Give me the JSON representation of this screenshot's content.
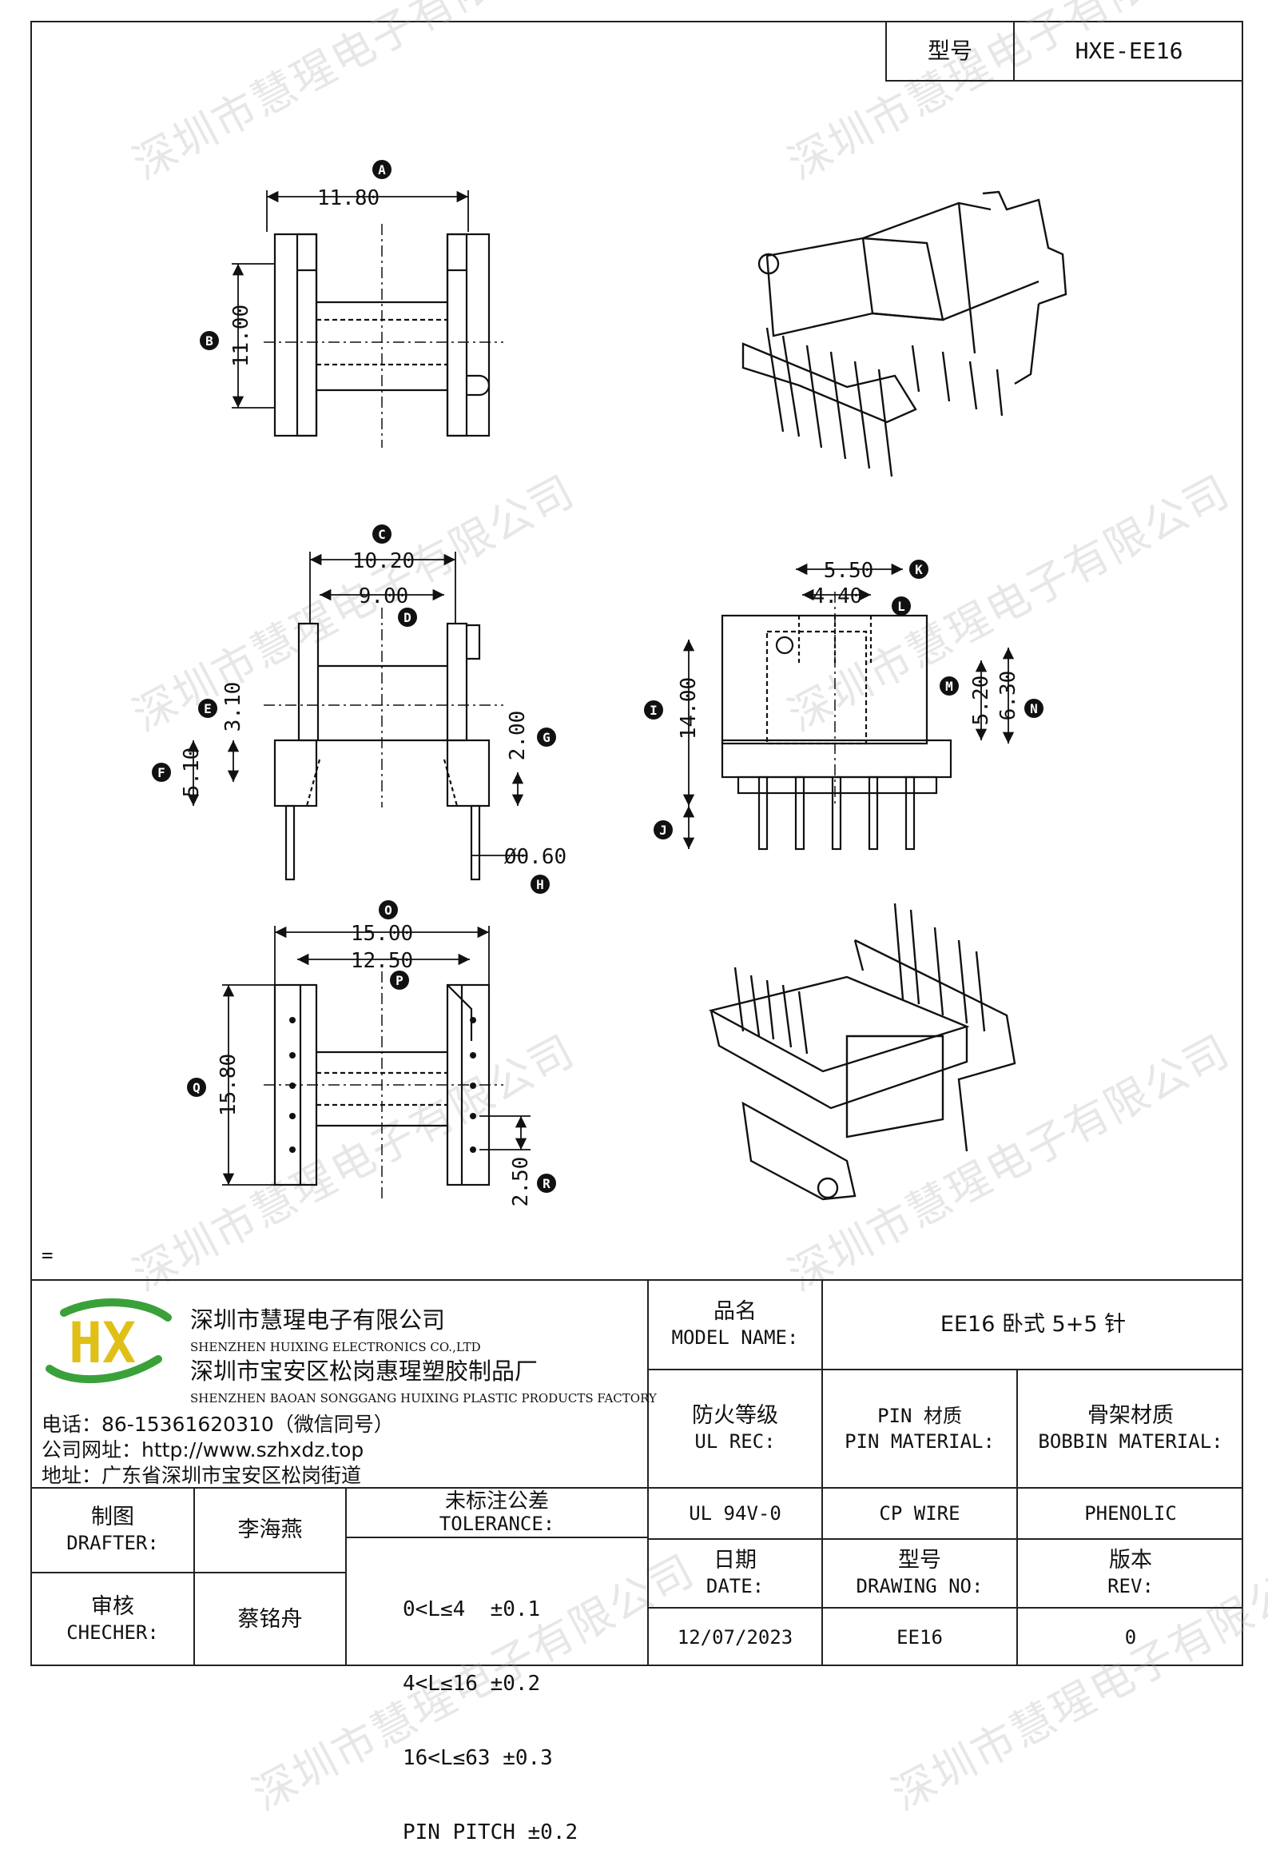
{
  "header": {
    "model_label": "型号",
    "model_value": "HXE-EE16"
  },
  "watermark": "深圳市慧瑆电子有限公司",
  "drawing": {
    "dims": {
      "A": "11.80",
      "B": "11.00",
      "C": "10.20",
      "D": "9.00",
      "E": "3.10",
      "F": "5.10",
      "G": "2.00",
      "H": "Ø0.60",
      "I": "14.00",
      "J": "",
      "K": "5.50",
      "L": "4.40",
      "M": "5.20",
      "N": "6.30",
      "O": "15.00",
      "P": "12.50",
      "Q": "15.80",
      "R": "2.50"
    },
    "letters": {
      "A": "A",
      "B": "B",
      "C": "C",
      "D": "D",
      "E": "E",
      "F": "F",
      "G": "G",
      "H": "H",
      "I": "I",
      "J": "J",
      "K": "K",
      "L": "L",
      "M": "M",
      "N": "N",
      "O": "O",
      "P": "P",
      "Q": "Q",
      "R": "R"
    },
    "note_mark": "="
  },
  "company": {
    "logo_letters": "HX",
    "name_cn": "深圳市慧瑆电子有限公司",
    "name_en": "SHENZHEN HUIXING ELECTRONICS CO.,LTD",
    "factory_cn": "深圳市宝安区松岗惠瑆塑胶制品厂",
    "factory_en": "SHENZHEN BAOAN SONGGANG HUIXING PLASTIC PRODUCTS FACTORY",
    "phone": "电话：86-15361620310（微信同号）",
    "website": "公司网址：http://www.szhxdz.top",
    "address": "地址：广东省深圳市宝安区松岗街道"
  },
  "titleblock": {
    "model_name_cn": "品名",
    "model_name_en": "MODEL NAME:",
    "model_name_value": "EE16 卧式 5+5 针",
    "ul_cn": "防火等级",
    "ul_en": "UL REC:",
    "pin_cn": "PIN 材质",
    "pin_en": "PIN MATERIAL:",
    "bobbin_cn": "骨架材质",
    "bobbin_en": "BOBBIN MATERIAL:",
    "ul_value": "UL 94V-0",
    "pin_value": "CP WIRE",
    "bobbin_value": "PHENOLIC",
    "drafter_cn": "制图",
    "drafter_en": "DRAFTER:",
    "drafter_name": "李海燕",
    "checker_cn": "审核",
    "checker_en": "CHECHER:",
    "checker_name": "蔡铭舟",
    "tol_cn": "未标注公差",
    "tol_en": "TOLERANCE:",
    "tol_rows": [
      "0<L≤4  ±0.1",
      "4<L≤16 ±0.2",
      "16<L≤63 ±0.3",
      "PIN PITCH ±0.2"
    ],
    "date_cn": "日期",
    "date_en": "DATE:",
    "drawing_no_cn": "型号",
    "drawing_no_en": "DRAWING NO:",
    "rev_cn": "版本",
    "rev_en": "REV:",
    "date_value": "12/07/2023",
    "drawing_no_value": "EE16",
    "rev_value": "0"
  }
}
